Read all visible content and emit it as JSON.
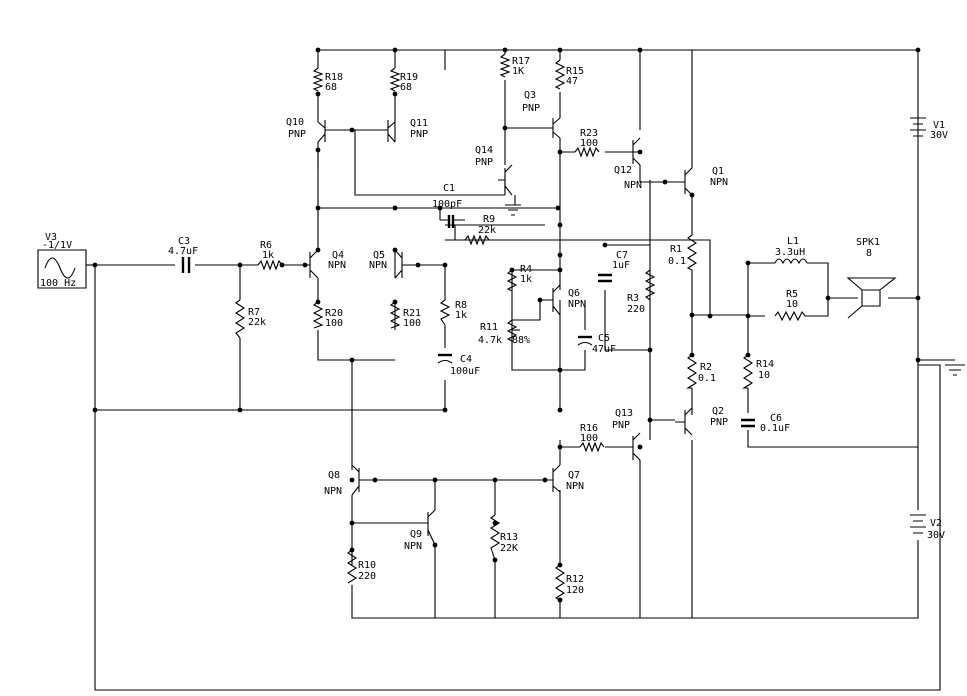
{
  "components": {
    "V3": {
      "name": "V3",
      "value": "-1/1V",
      "freq": "100 Hz"
    },
    "C3": {
      "name": "C3",
      "value": "4.7uF"
    },
    "R6": {
      "name": "R6",
      "value": "1k"
    },
    "R7": {
      "name": "R7",
      "value": "22k"
    },
    "R18": {
      "name": "R18",
      "value": "68"
    },
    "R19": {
      "name": "R19",
      "value": "68"
    },
    "Q10": {
      "name": "Q10",
      "value": "PNP"
    },
    "Q11": {
      "name": "Q11",
      "value": "PNP"
    },
    "Q4": {
      "name": "Q4",
      "value": "NPN"
    },
    "Q5": {
      "name": "Q5",
      "value": "NPN"
    },
    "R20": {
      "name": "R20",
      "value": "100"
    },
    "R21": {
      "name": "R21",
      "value": "100"
    },
    "R17": {
      "name": "R17",
      "value": "1K"
    },
    "R15": {
      "name": "R15",
      "value": "47"
    },
    "Q3": {
      "name": "Q3",
      "value": "PNP"
    },
    "Q14": {
      "name": "Q14",
      "value": "PNP"
    },
    "C1": {
      "name": "C1",
      "value": "100pF"
    },
    "R9": {
      "name": "R9",
      "value": "22k"
    },
    "R8": {
      "name": "R8",
      "value": "1k"
    },
    "C4": {
      "name": "C4",
      "value": "100uF"
    },
    "R4": {
      "name": "R4",
      "value": "1k"
    },
    "Q6": {
      "name": "Q6",
      "value": "NPN"
    },
    "R11": {
      "name": "R11",
      "value": "4.7k",
      "setting": "88%"
    },
    "C5": {
      "name": "C5",
      "value": "47uF"
    },
    "C7": {
      "name": "C7",
      "value": "1uF"
    },
    "R3": {
      "name": "R3",
      "value": "220"
    },
    "R23": {
      "name": "R23",
      "value": "100"
    },
    "Q12": {
      "name": "Q12",
      "value": "NPN"
    },
    "Q1": {
      "name": "Q1",
      "value": "NPN"
    },
    "R1": {
      "name": "R1",
      "value": "0.1"
    },
    "R2": {
      "name": "R2",
      "value": "0.1"
    },
    "Q2": {
      "name": "Q2",
      "value": "PNP"
    },
    "Q13": {
      "name": "Q13",
      "value": "PNP"
    },
    "R16": {
      "name": "R16",
      "value": "100"
    },
    "Q7": {
      "name": "Q7",
      "value": "NPN"
    },
    "Q8": {
      "name": "Q8",
      "value": "NPN"
    },
    "Q9": {
      "name": "Q9",
      "value": "NPN"
    },
    "R13": {
      "name": "R13",
      "value": "22K"
    },
    "R10": {
      "name": "R10",
      "value": "220"
    },
    "R12": {
      "name": "R12",
      "value": "120"
    },
    "L1": {
      "name": "L1",
      "value": "3.3uH"
    },
    "R5": {
      "name": "R5",
      "value": "10"
    },
    "SPK1": {
      "name": "SPK1",
      "value": "8"
    },
    "R14": {
      "name": "R14",
      "value": "10"
    },
    "C6": {
      "name": "C6",
      "value": "0.1uF"
    },
    "V1": {
      "name": "V1",
      "value": "30V"
    },
    "V2": {
      "name": "V2",
      "value": "30V"
    }
  },
  "colors": {
    "wire": "#000000",
    "background": "#ffffff"
  }
}
